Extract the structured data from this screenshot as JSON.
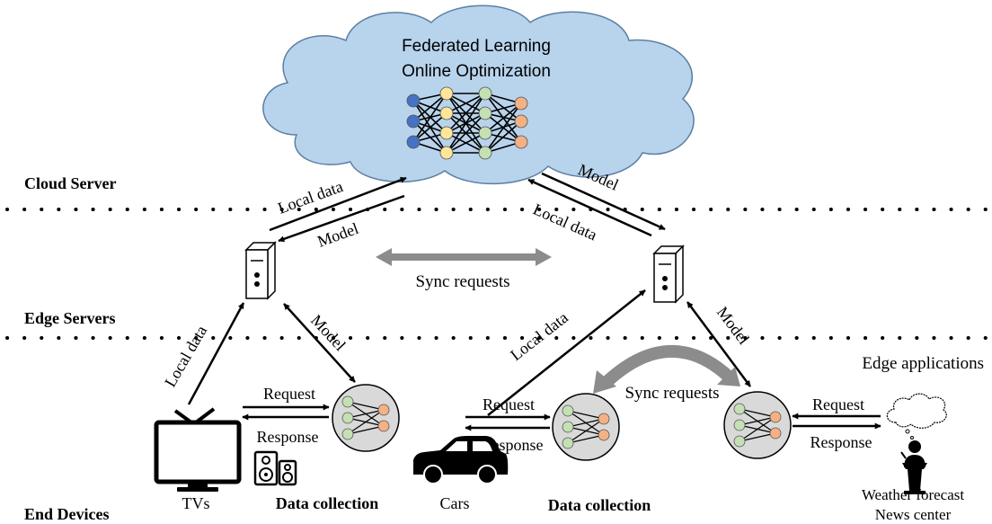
{
  "cloud": {
    "line1": "Federated Learning",
    "line2": "Online Optimization"
  },
  "tiers": {
    "cloud_server": "Cloud Server",
    "edge_servers": "Edge Servers",
    "end_devices": "End Devices"
  },
  "arrows": {
    "local_data": "Local data",
    "model": "Model",
    "sync_requests": "Sync requests",
    "request": "Request",
    "response": "Response"
  },
  "labels": {
    "edge_applications": "Edge applications",
    "tvs": "TVs",
    "cars": "Cars",
    "data_collection": "Data collection",
    "weather_forecast": "Weather forecast",
    "news_center": "News center"
  },
  "colors": {
    "cloud_fill": "#b8d3ec",
    "cloud_stroke": "#5d7fa3",
    "node_blue": "#4472c4",
    "node_yellow": "#ffe699",
    "node_green": "#c5e0b4",
    "node_orange": "#f4b183",
    "gray_arrow": "#8c8c8c",
    "circle_fill": "#d9d9d9"
  }
}
